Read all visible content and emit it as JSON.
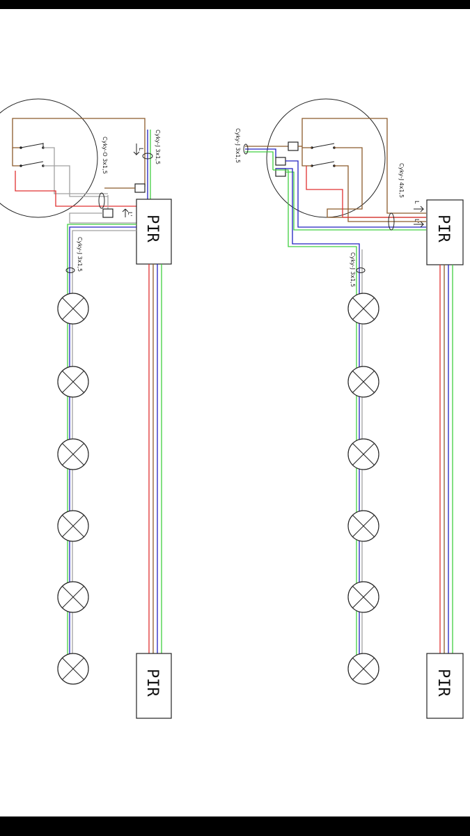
{
  "colors": {
    "brown": "#8B5A2B",
    "gray": "#A0A0A0",
    "red": "#E03030",
    "green": "#40D040",
    "blue": "#2020C0",
    "outline": "#222222"
  },
  "labels": {
    "pir": "PIR",
    "left_cable_top": "Cyky-J 3x1,5",
    "left_cable_mid": "Cyky-O 3x1,5",
    "left_cable_lamps": "Cyky-J 3x1,5",
    "left_l_top": "L",
    "left_l_mid": "L'",
    "right_cable_top": "Cyky-J 3x1,5",
    "right_cable_pir": "Cyky-J 4x1,5",
    "right_cable_lamps": "Cyky-J 3x1,5",
    "right_l_top": "L",
    "right_l_mid": "L'"
  },
  "icons": [
    "lamp-icon",
    "switch-icon",
    "terminal-icon",
    "cable-clamp-icon",
    "arrow-icon"
  ]
}
